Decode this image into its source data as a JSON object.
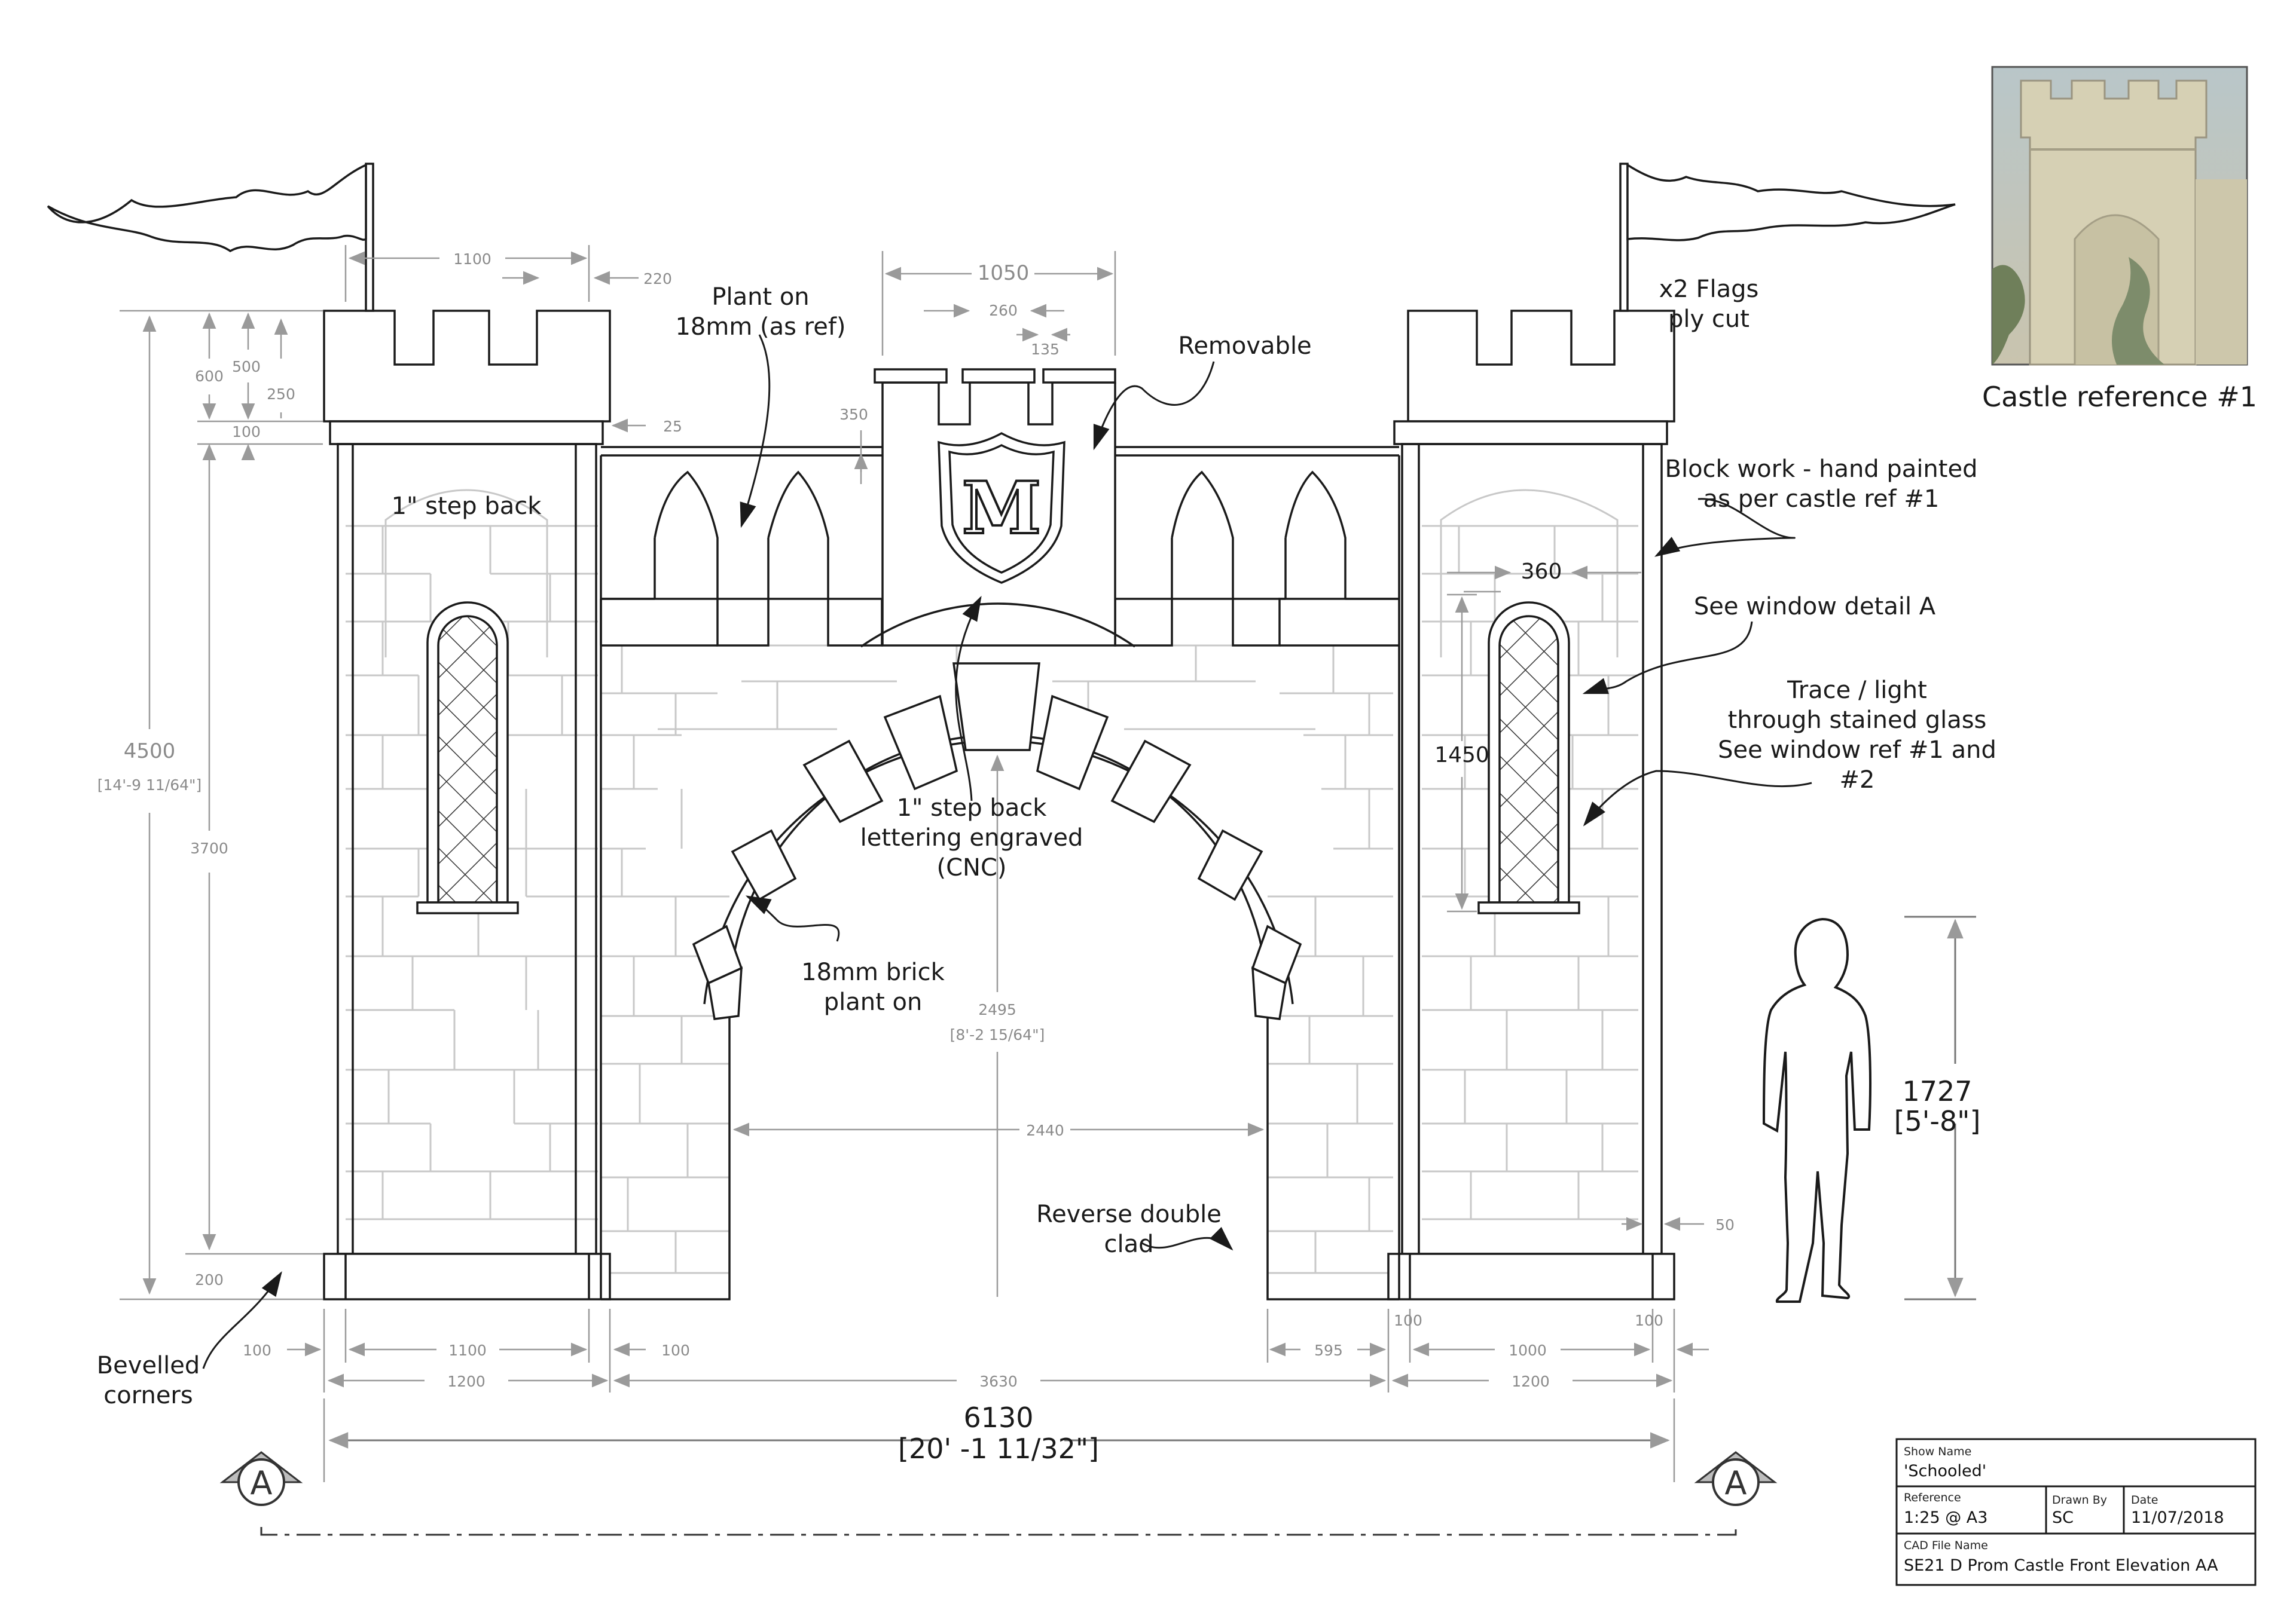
{
  "dimensions": {
    "d1100_top": "1100",
    "d220": "220",
    "d1050": "1050",
    "d260": "260",
    "d135": "135",
    "d600": "600",
    "d500": "500",
    "d250": "250",
    "d100_left": "100",
    "d25": "25",
    "d350": "350",
    "d4500": "4500",
    "d4500_imperial": "[14'-9 11/64\"]",
    "d3700": "3700",
    "d200": "200",
    "d360": "360",
    "d1450": "1450",
    "d2495": "2495",
    "d2495_imperial": "[8'-2 15/64\"]",
    "d2440": "2440",
    "d50": "50",
    "d1727": "1727",
    "d1727_imperial": "[5'-8\"]",
    "b100_a": "100",
    "b1100": "1100",
    "b100_b": "100",
    "b595": "595",
    "b100_c": "100",
    "b1000": "1000",
    "b100_d": "100",
    "b1200_a": "1200",
    "b3630": "3630",
    "b1200_b": "1200",
    "d6130": "6130",
    "d6130_imperial": "[20' -1 11/32\"]"
  },
  "labels": {
    "plant_on_1": "Plant on",
    "plant_on_2": "18mm (as ref)",
    "removable": "Removable",
    "flags_1": "x2 Flags",
    "flags_2": "ply cut",
    "step_back": "1\" step back",
    "block_1": "Block work - hand painted",
    "block_2": "as per castle ref #1",
    "window_detail": "See window detail A",
    "trace_1": "Trace / light",
    "trace_2": "through stained glass",
    "trace_3": "See window ref #1 and",
    "trace_4": "#2",
    "lettering_1": "1\" step back",
    "lettering_2": "lettering engraved",
    "lettering_3": "(CNC)",
    "brick_1": "18mm brick",
    "brick_2": "plant on",
    "reverse_1": "Reverse double",
    "reverse_2": "clad",
    "bevelled_1": "Bevelled",
    "bevelled_2": "corners",
    "crest_letter": "M",
    "section_marker": "A"
  },
  "reference_image": {
    "caption": "Castle reference #1"
  },
  "title_block": {
    "show_name_label": "Show Name",
    "show_name": "'Schooled'",
    "reference_label": "Reference",
    "reference": "1:25 @ A3",
    "drawn_by_label": "Drawn By",
    "drawn_by": "SC",
    "date_label": "Date",
    "date": "11/07/2018",
    "cad_label": "CAD File Name",
    "cad_file": "SE21 D Prom Castle Front Elevation AA"
  },
  "colors": {
    "line": "#1a1a1a",
    "dimension": "#9a9a9a",
    "blockwork": "#c8c8c8"
  }
}
